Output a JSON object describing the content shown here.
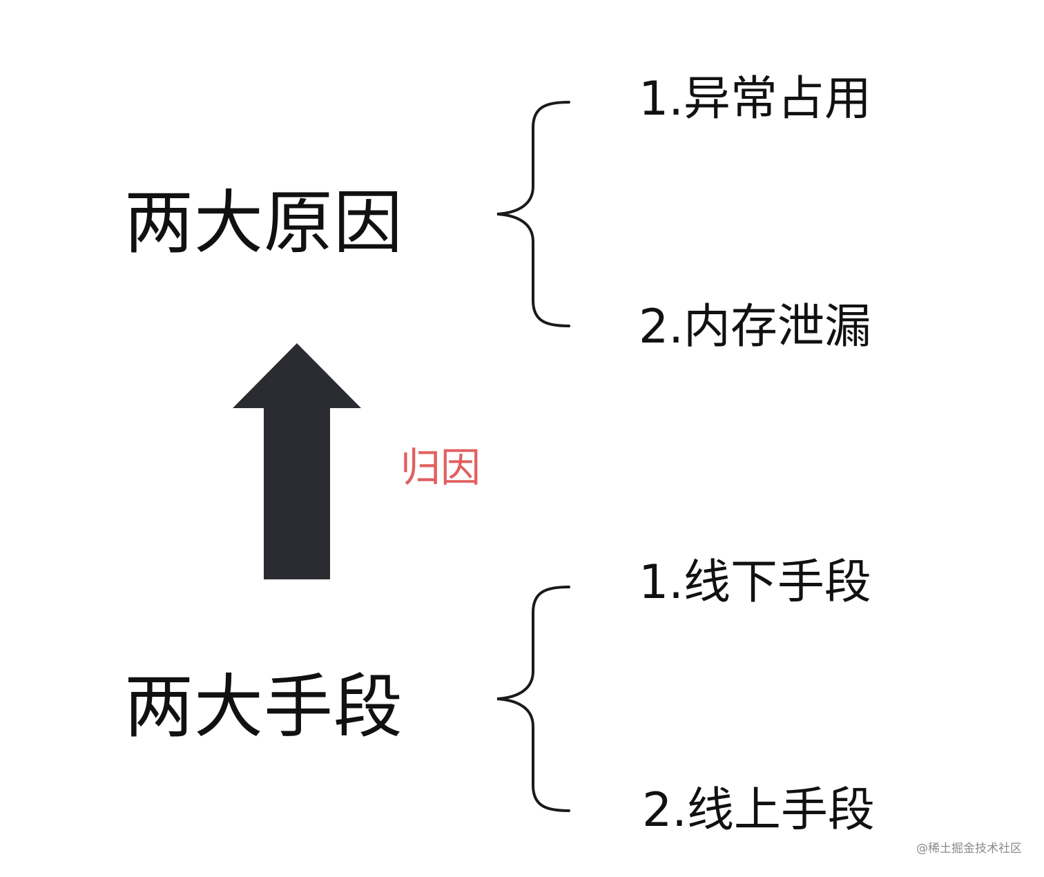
{
  "top_group": {
    "heading": "两大原因",
    "items": [
      "1.异常占用",
      "2.内存泄漏"
    ]
  },
  "bottom_group": {
    "heading": "两大手段",
    "items": [
      "1.线下手段",
      "2.线上手段"
    ]
  },
  "arrow": {
    "label": "归因",
    "direction": "up",
    "color": "#2b2c31",
    "label_color": "#e06060"
  },
  "watermark": "@稀土掘金技术社区"
}
